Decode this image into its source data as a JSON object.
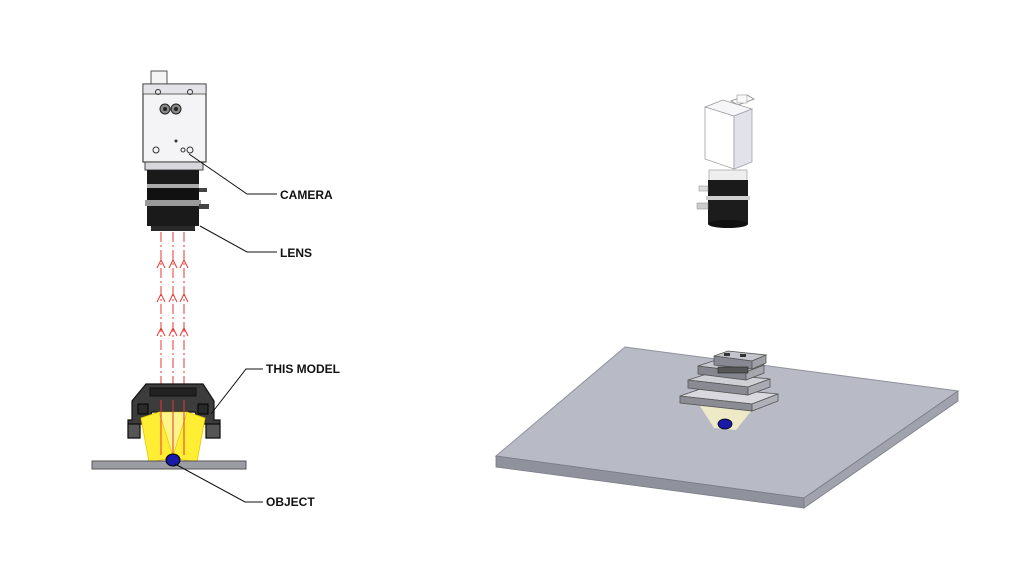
{
  "labels": {
    "camera": "CAMERA",
    "lens": "LENS",
    "model": "THIS MODEL",
    "object": "OBJECT"
  },
  "colors": {
    "camera_body": "#eeeef0",
    "lens_black": "#1a1a1a",
    "ray_red": "#e53935",
    "light_yellow": "#ffee33",
    "object_blue": "#1a1aa8",
    "plate_gray": "#b8bac6",
    "plate_edge": "#8f919c"
  }
}
